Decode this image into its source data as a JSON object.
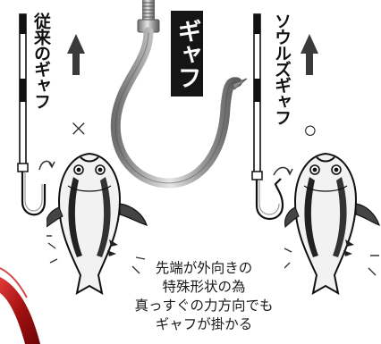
{
  "labels": {
    "conventional_gaff": "従来のギャフ",
    "center_gaff": "ギャフ",
    "souls_gaff": "ソウルズギャフ"
  },
  "marks": {
    "left": "×",
    "right": "○"
  },
  "caption": {
    "line1": "先端が外向きの",
    "line2": "特殊形状の為",
    "line3": "真っすぐの力方向でも",
    "line4": "ギャフが掛かる"
  },
  "colors": {
    "black": "#151515",
    "hook_steel": "#9a9a9a",
    "accent_red": "#b01818"
  }
}
